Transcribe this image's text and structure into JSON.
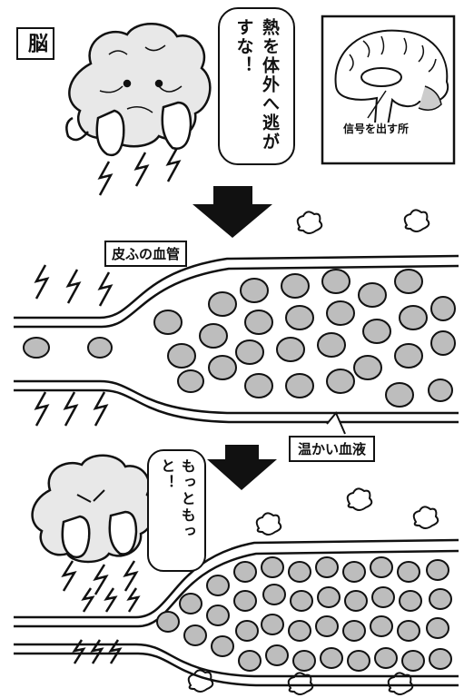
{
  "panel1": {
    "brain_label": "脳",
    "speech": "熱を体外へ逃がすな！",
    "inset_caption": "信号を出す所"
  },
  "panel2": {
    "vessel_label": "皮ふの血管",
    "blood_label": "温かい血液"
  },
  "panel3": {
    "speech": "もっともっと！"
  }
}
